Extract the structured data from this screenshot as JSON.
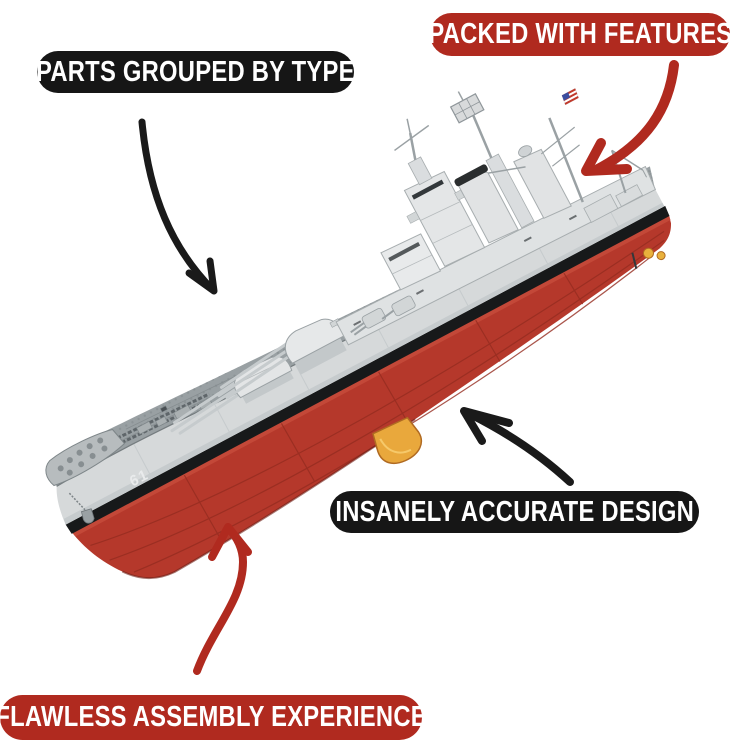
{
  "page": {
    "background": "#ffffff",
    "description_domain": "product-marketing-image"
  },
  "callouts": {
    "parts": {
      "label": "PARTS GROUPED BY TYPE",
      "bg": "#161616",
      "text_color": "#ffffff"
    },
    "features": {
      "label": "PACKED WITH FEATURES",
      "bg": "#b02a1f",
      "text_color": "#ffffff"
    },
    "design": {
      "label": "INSANELY ACCURATE DESIGN",
      "bg": "#161616",
      "text_color": "#ffffff"
    },
    "assembly": {
      "label": "FLAWLESS ASSEMBLY EXPERIENCE",
      "bg": "#b02a1f",
      "text_color": "#ffffff"
    }
  },
  "arrows": {
    "black_color": "#1a1a1a",
    "red_color": "#b02a1f"
  },
  "ship": {
    "hull_number": "61",
    "colors": {
      "lower_hull_red": "#b5382b",
      "hull_red_dark": "#952c20",
      "waterline_black": "#17191a",
      "upper_hull_gray": "#d6d9da",
      "deck_gray": "#99a0a3",
      "superstructure_gray": "#e4e6e7",
      "stand_gold": "#e9a83c",
      "stand_base_brown": "#b06a22",
      "flag_canton_blue": "#3b4ea0",
      "flag_stripe_red": "#c0392b"
    }
  }
}
